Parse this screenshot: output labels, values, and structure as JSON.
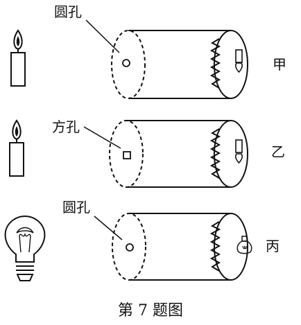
{
  "labels": {
    "round_hole_top": "圆孔",
    "square_hole": "方孔",
    "round_hole_bottom": "圆孔",
    "row1": "甲",
    "row2": "乙",
    "row3": "丙"
  },
  "caption": "第 7 题图",
  "colors": {
    "ink": "#111111",
    "background": "#ffffff"
  },
  "icons": {
    "source1": "candle-icon",
    "source2": "candle-icon",
    "source3": "light-bulb-icon"
  }
}
